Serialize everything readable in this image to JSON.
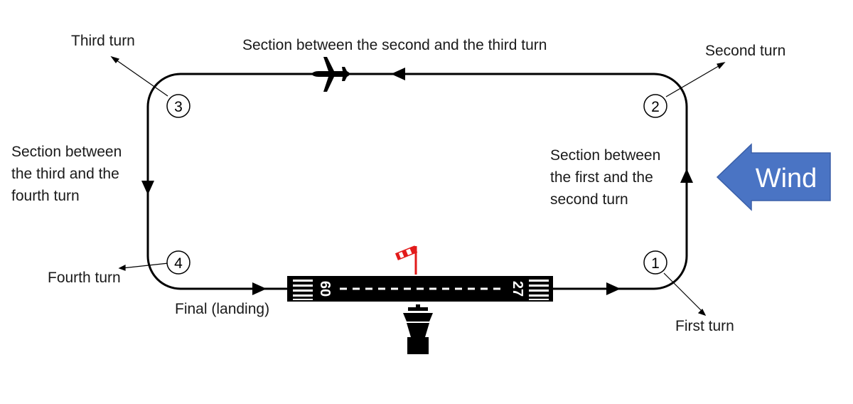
{
  "labels": {
    "third_turn": "Third turn",
    "second_turn": "Second turn",
    "first_turn": "First turn",
    "fourth_turn": "Fourth turn",
    "final": "Final (landing)",
    "section_2_3": "Section between the second and the third turn",
    "section_3_4": [
      "Section between",
      "the third and the",
      "fourth turn"
    ],
    "section_1_2": [
      "Section between",
      "the first and the",
      "second turn"
    ]
  },
  "turn_markers": [
    "1",
    "2",
    "3",
    "4"
  ],
  "runway": {
    "left_designator": "09",
    "right_designator": "27"
  },
  "wind": {
    "label": "Wind",
    "color": "#4a74c4",
    "border": "#3a5fa8"
  },
  "colors": {
    "circuit": "#000000",
    "windsock": "#e21b1b"
  },
  "icons": [
    "airplane-icon",
    "windsock-icon",
    "control-tower-icon"
  ]
}
